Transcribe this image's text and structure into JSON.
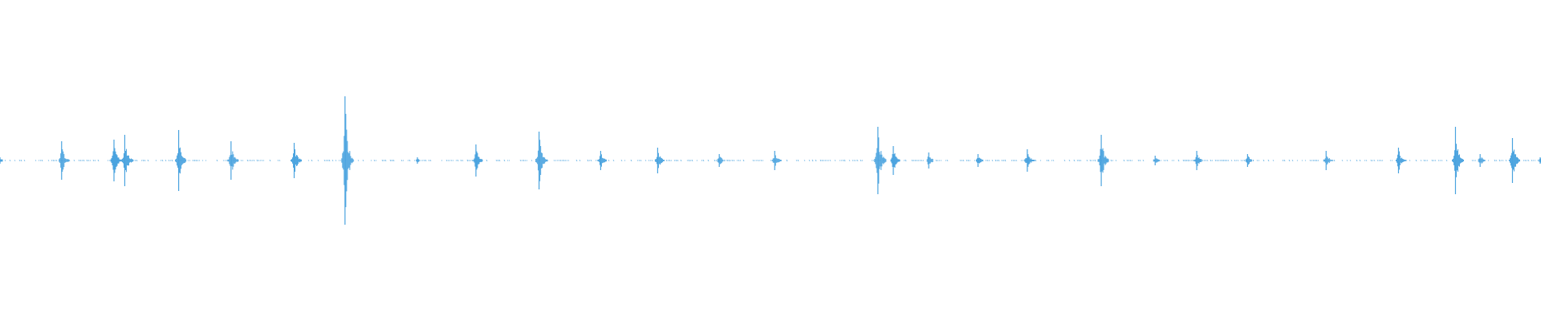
{
  "theme": {
    "background": "#ffffff",
    "waveform_color": "#4aa3df"
  },
  "chart_data": {
    "type": "waveform",
    "ylim": [
      -1,
      1
    ],
    "baseline_level": 0,
    "note": "",
    "events": [
      {
        "t": 0.0,
        "amp": 0.02
      },
      {
        "t": 0.04,
        "amp": 0.12
      },
      {
        "t": 0.074,
        "amp": 0.13
      },
      {
        "t": 0.081,
        "amp": 0.16
      },
      {
        "t": 0.116,
        "amp": 0.19
      },
      {
        "t": 0.15,
        "amp": 0.12
      },
      {
        "t": 0.191,
        "amp": 0.11
      },
      {
        "t": 0.224,
        "amp": 0.4
      },
      {
        "t": 0.271,
        "amp": 0.02
      },
      {
        "t": 0.309,
        "amp": 0.1
      },
      {
        "t": 0.35,
        "amp": 0.18
      },
      {
        "t": 0.39,
        "amp": 0.06
      },
      {
        "t": 0.427,
        "amp": 0.08
      },
      {
        "t": 0.467,
        "amp": 0.04
      },
      {
        "t": 0.503,
        "amp": 0.06
      },
      {
        "t": 0.57,
        "amp": 0.21
      },
      {
        "t": 0.58,
        "amp": 0.09
      },
      {
        "t": 0.603,
        "amp": 0.05
      },
      {
        "t": 0.635,
        "amp": 0.04
      },
      {
        "t": 0.667,
        "amp": 0.07
      },
      {
        "t": 0.715,
        "amp": 0.16
      },
      {
        "t": 0.75,
        "amp": 0.03
      },
      {
        "t": 0.777,
        "amp": 0.06
      },
      {
        "t": 0.81,
        "amp": 0.04
      },
      {
        "t": 0.861,
        "amp": 0.06
      },
      {
        "t": 0.908,
        "amp": 0.08
      },
      {
        "t": 0.945,
        "amp": 0.21
      },
      {
        "t": 0.961,
        "amp": 0.04
      },
      {
        "t": 0.982,
        "amp": 0.14
      },
      {
        "t": 1.0,
        "amp": 0.02
      }
    ]
  }
}
